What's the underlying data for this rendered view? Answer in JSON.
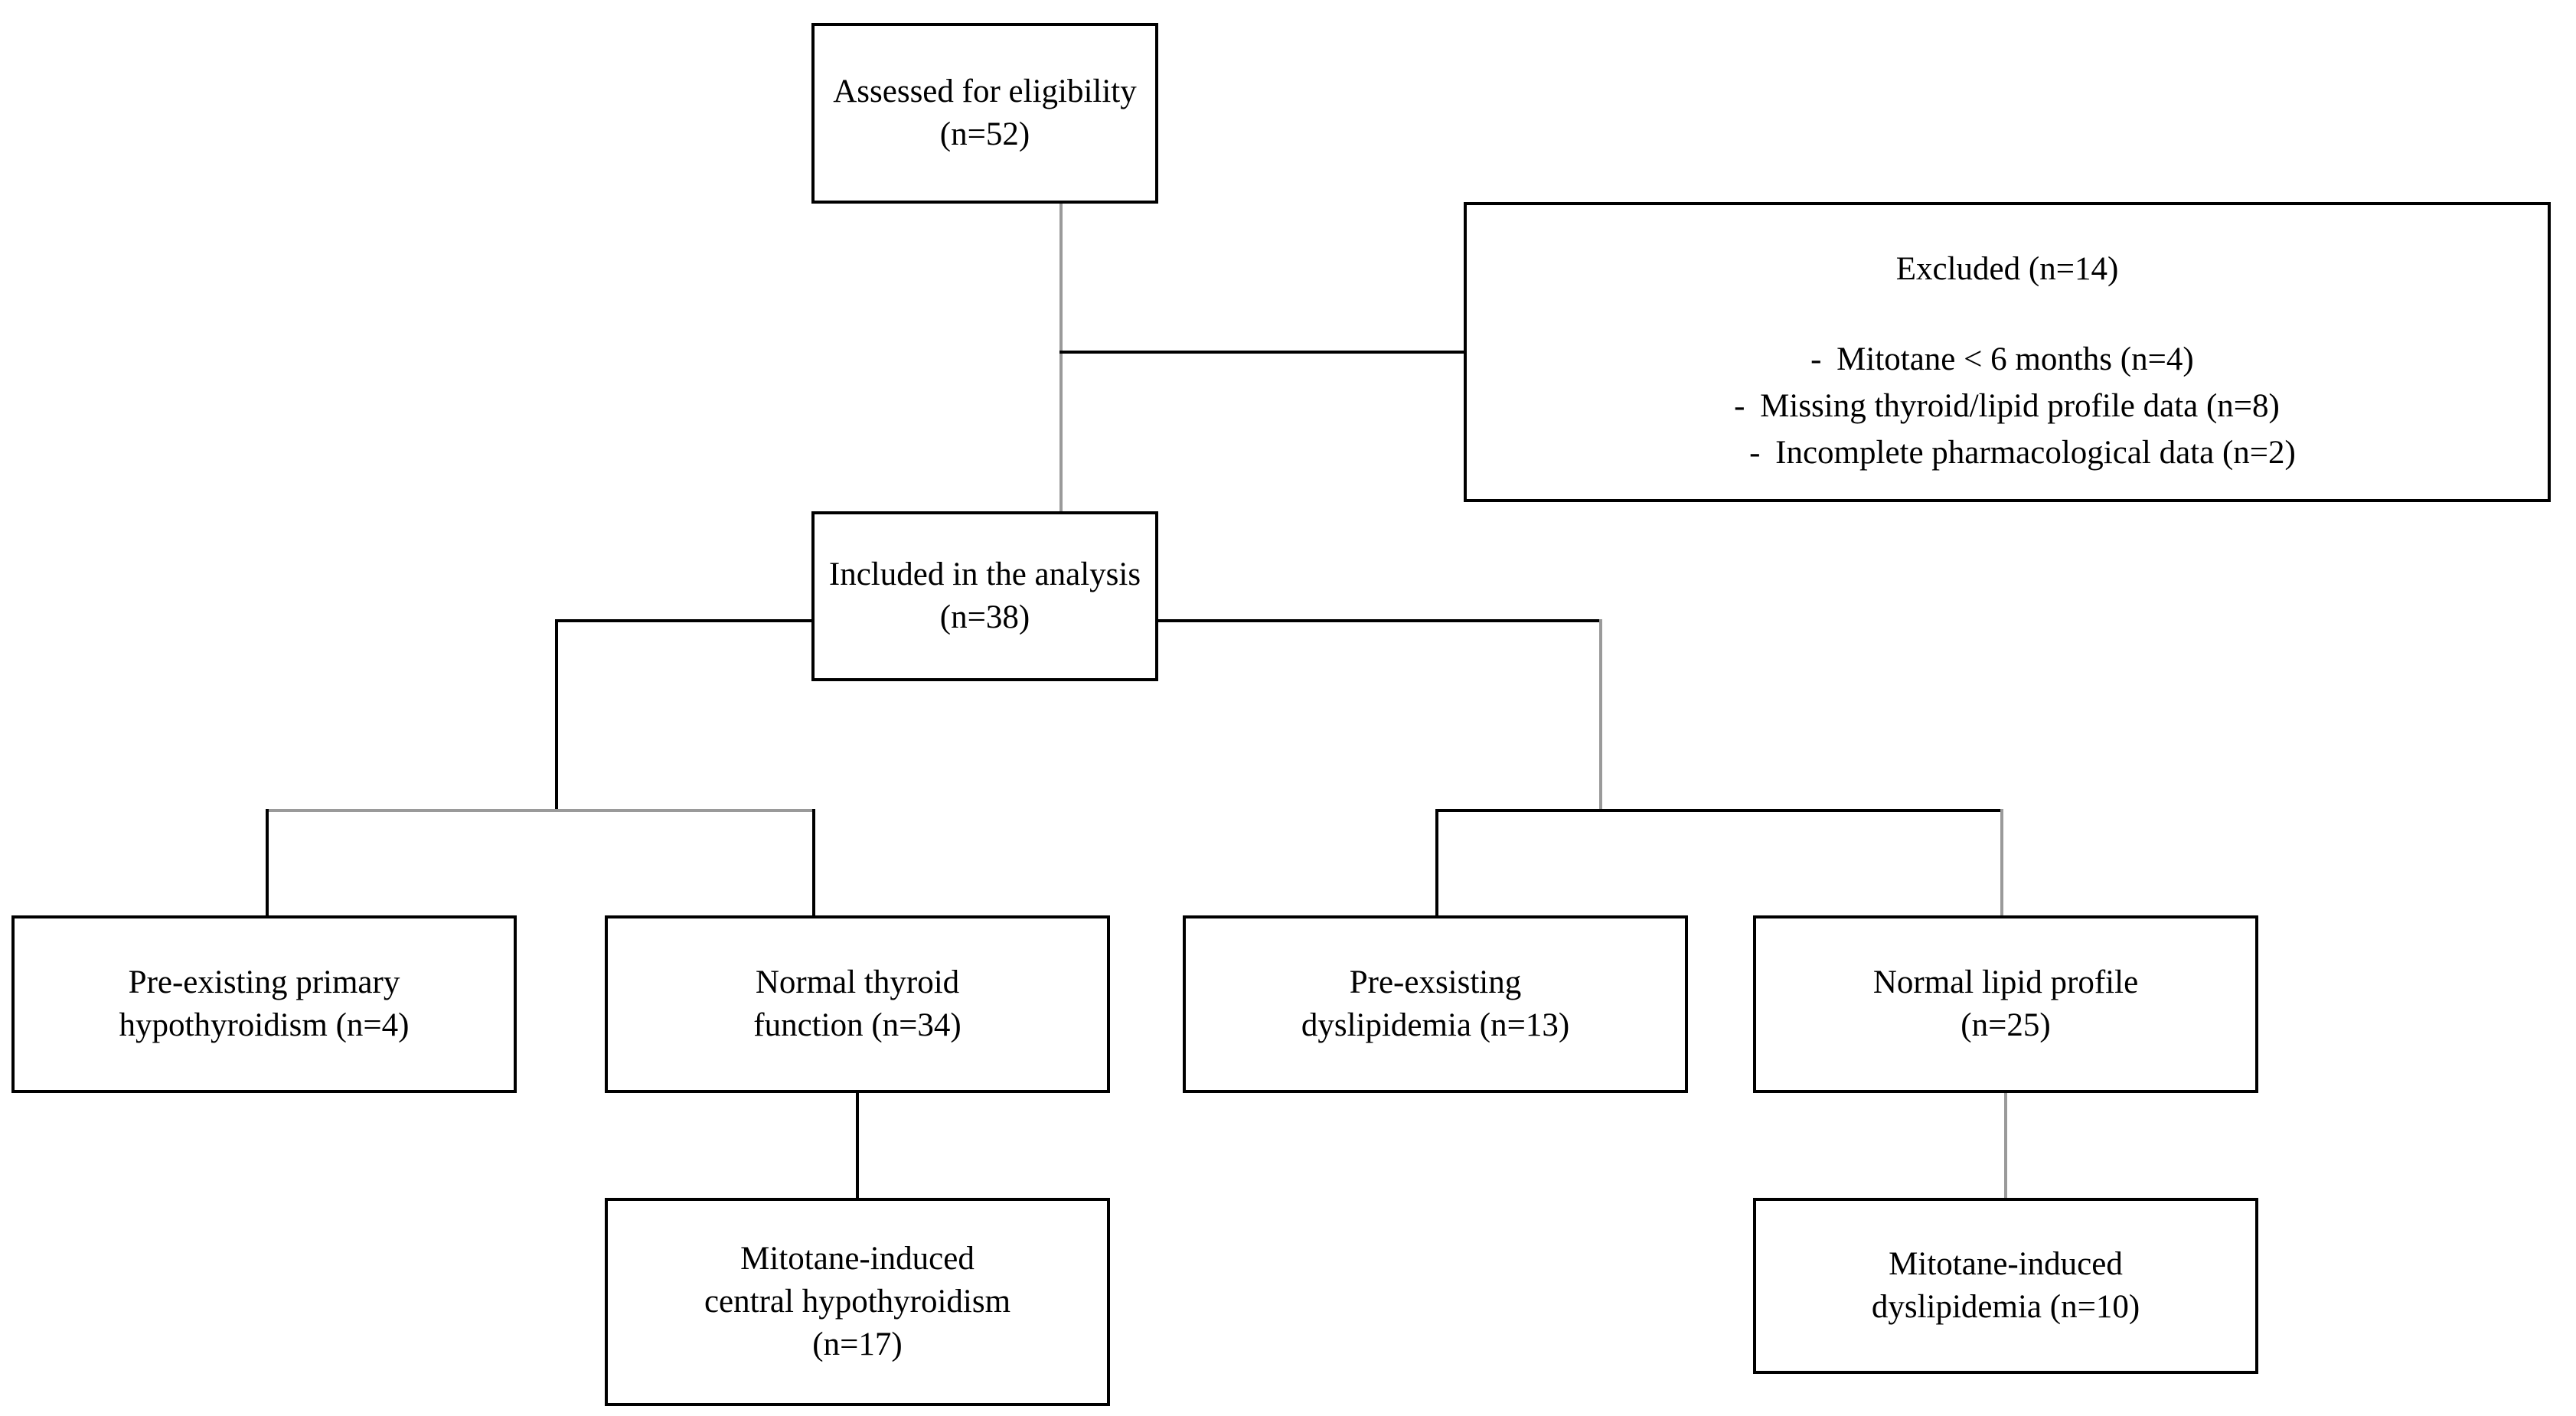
{
  "diagram": {
    "title_hidden": "",
    "line_color": "#000000",
    "box_border_color": "#000000",
    "background": "#ffffff",
    "nodes": {
      "assessed": {
        "line1": "Assessed for eligibility",
        "line2": "(n=52)"
      },
      "excluded": {
        "title": "Excluded  (n=14)",
        "bullet_mark": "-",
        "bullets": [
          "Mitotane < 6 months (n=4)",
          "Missing thyroid/lipid profile data (n=8)",
          "Incomplete pharmacological data (n=2)"
        ]
      },
      "included": {
        "line1": "Included  in the analysis",
        "line2": "(n=38)"
      },
      "pre_primary_hypothyroidism": {
        "line1": "Pre-existing  primary",
        "line2": "hypothyroidism (n=4)"
      },
      "normal_thyroid_function": {
        "line1": "Normal thyroid",
        "line2": "function (n=34)"
      },
      "pre_existing_dyslipidemia": {
        "line1": "Pre-exsisting",
        "line2": "dyslipidemia (n=13)"
      },
      "normal_lipid_profile": {
        "line1": "Normal lipid profile",
        "line2": "(n=25)"
      },
      "mitotane_central_hypothyroidism": {
        "line1": "Mitotane-induced",
        "line2": "central hypothyroidism",
        "line3": "(n=17)"
      },
      "mitotane_dyslipidemia": {
        "line1": "Mitotane-induced",
        "line2": "dyslipidemia (n=10)"
      }
    }
  }
}
